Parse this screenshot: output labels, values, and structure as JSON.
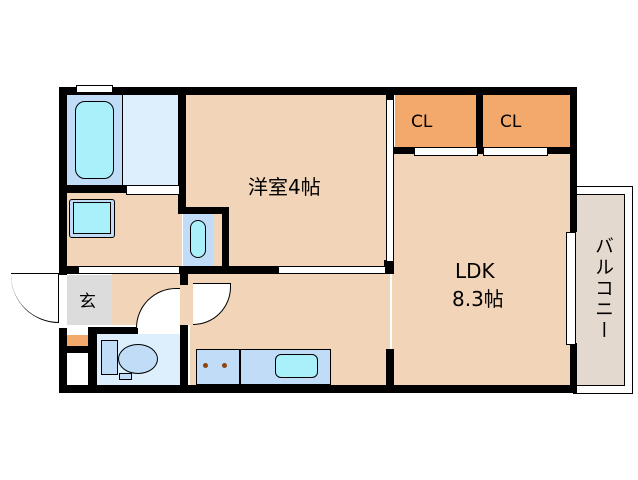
{
  "floorplan": {
    "rooms": {
      "western_room": {
        "label": "洋室4帖"
      },
      "ldk": {
        "label_line1": "LDK",
        "label_line2": "8.3帖"
      },
      "closet_1": {
        "label": "CL"
      },
      "closet_2": {
        "label": "CL"
      },
      "entrance": {
        "label": "玄"
      },
      "balcony": {
        "label": "バルコニー"
      }
    },
    "colors": {
      "floor": "#f2d4b8",
      "wet_area": "#c0dcf7",
      "closet": "#f2a96b",
      "entrance": "#dcdcdc",
      "balcony": "#e4d9cf",
      "wall": "#000000"
    }
  }
}
